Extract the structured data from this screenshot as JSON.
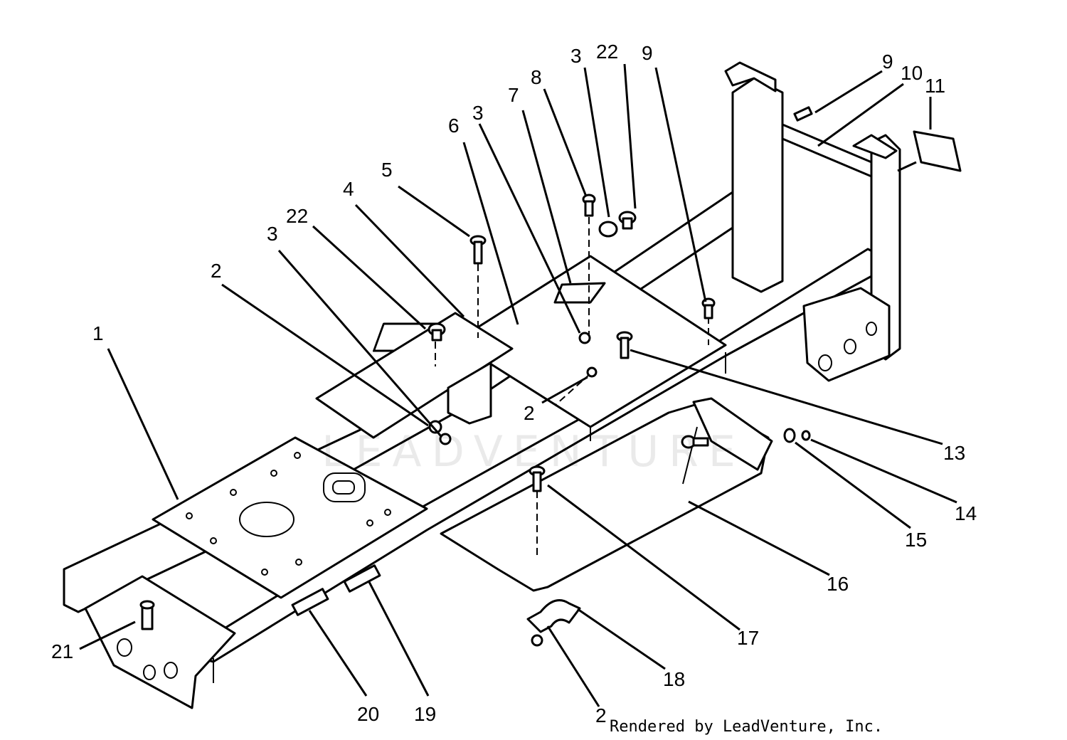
{
  "callouts": [
    {
      "id": "c1",
      "label": "1"
    },
    {
      "id": "c2a",
      "label": "2"
    },
    {
      "id": "c2b",
      "label": "2"
    },
    {
      "id": "c2c",
      "label": "2"
    },
    {
      "id": "c3a",
      "label": "3"
    },
    {
      "id": "c3b",
      "label": "3"
    },
    {
      "id": "c3c",
      "label": "3"
    },
    {
      "id": "c4",
      "label": "4"
    },
    {
      "id": "c5",
      "label": "5"
    },
    {
      "id": "c6",
      "label": "6"
    },
    {
      "id": "c7",
      "label": "7"
    },
    {
      "id": "c8",
      "label": "8"
    },
    {
      "id": "c9a",
      "label": "9"
    },
    {
      "id": "c9b",
      "label": "9"
    },
    {
      "id": "c10",
      "label": "10"
    },
    {
      "id": "c11",
      "label": "11"
    },
    {
      "id": "c13",
      "label": "13"
    },
    {
      "id": "c14",
      "label": "14"
    },
    {
      "id": "c15",
      "label": "15"
    },
    {
      "id": "c16",
      "label": "16"
    },
    {
      "id": "c17",
      "label": "17"
    },
    {
      "id": "c18",
      "label": "18"
    },
    {
      "id": "c19",
      "label": "19"
    },
    {
      "id": "c20",
      "label": "20"
    },
    {
      "id": "c21",
      "label": "21"
    },
    {
      "id": "c22a",
      "label": "22"
    },
    {
      "id": "c22b",
      "label": "22"
    }
  ],
  "watermark": "LEADVENTURE",
  "credit": "Rendered by LeadVenture, Inc."
}
